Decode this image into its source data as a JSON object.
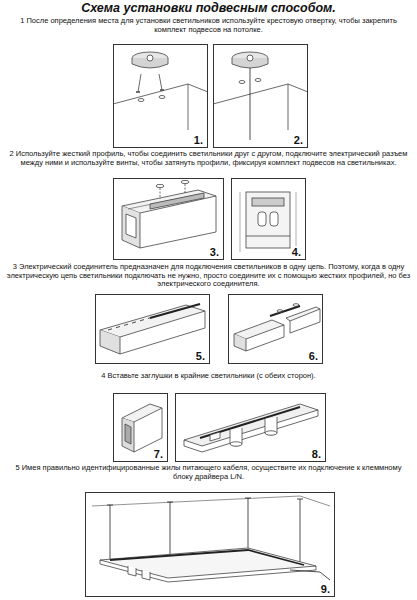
{
  "diagram": {
    "title": "Схема установки подвесным способом.",
    "nodes": [
      {
        "text": [
          "1."
        ]
      },
      {
        "text": [
          "2."
        ]
      },
      {
        "text": [
          "3."
        ]
      },
      {
        "text": [
          "4."
        ]
      },
      {
        "text": [
          "5."
        ]
      },
      {
        "text": [
          "6."
        ]
      },
      {
        "text": [
          "7."
        ]
      },
      {
        "text": [
          "8."
        ]
      },
      {
        "text": [
          "9."
        ]
      }
    ],
    "labels": [
      "1 После определения места для установки светильников используйте крестовую отвертку, чтобы закрепить комплект подвесов на потолке.",
      "2 Используйте жесткий профиль, чтобы соединить светильники друг с другом, подключите электрический разъем между ними и используйте винты, чтобы затянуть профили, фиксируя комплект подвесов на светильниках.",
      "3 Электрический соединитель предназначен для подключения светильников в одну цепь. Поэтому, когда в одну электрическую цепь светильники подключать не нужно, просто соедините их с помощью жестких профилей, но без электрического соединителя.",
      "4 Вставьте заглушки в крайние светильники (с обеих сторон).",
      "5 Имея правильно идентифицированные жилы питающего кабеля, осуществите их подключение к клеммному блоку драйвера L/N."
    ]
  }
}
